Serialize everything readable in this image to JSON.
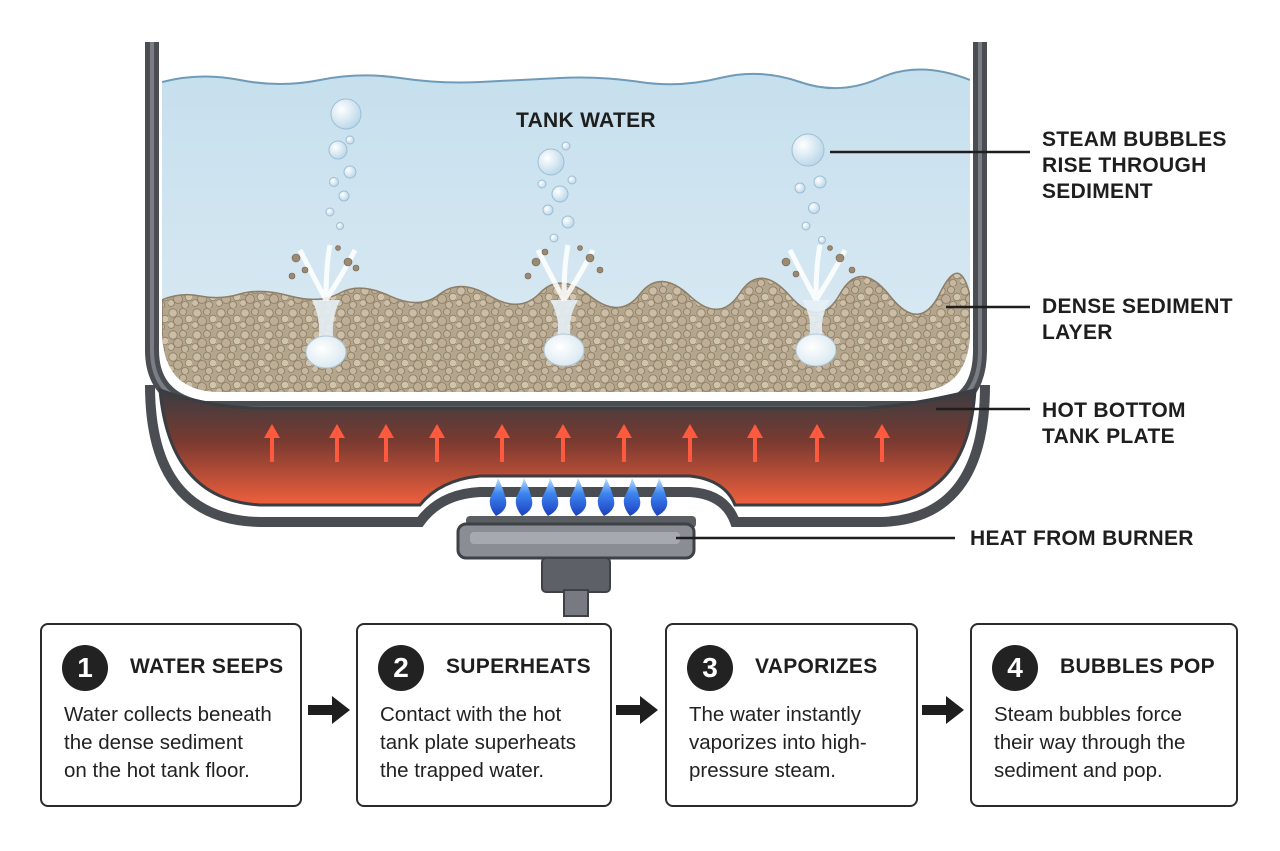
{
  "labels": {
    "tank_water": "TANK WATER",
    "steam_bubbles": "STEAM BUBBLES\nRISE THROUGH\nSEDIMENT",
    "sediment": "DENSE SEDIMENT\nLAYER",
    "bottom_plate": "HOT BOTTOM\nTANK PLATE",
    "burner": "HEAT FROM BURNER"
  },
  "steps": [
    {
      "number": "1",
      "title": "WATER SEEPS",
      "text": "Water collects beneath\nthe dense sediment\non the hot tank floor."
    },
    {
      "number": "2",
      "title": "SUPERHEATS",
      "text": "Contact with the hot\ntank plate superheats\nthe trapped water."
    },
    {
      "number": "3",
      "title": "VAPORIZES",
      "text": "The water instantly\nvaporizes into high-\npressure steam."
    },
    {
      "number": "4",
      "title": "BUBBLES POP",
      "text": "Steam bubbles force\ntheir way through the\nsediment and pop."
    }
  ],
  "colors": {
    "water": "#cfe3ef",
    "sediment": "#b7a891",
    "plate_heat": "#e8533a",
    "flame": "#2f6fe0",
    "tank_wall": "#4a4d52"
  }
}
